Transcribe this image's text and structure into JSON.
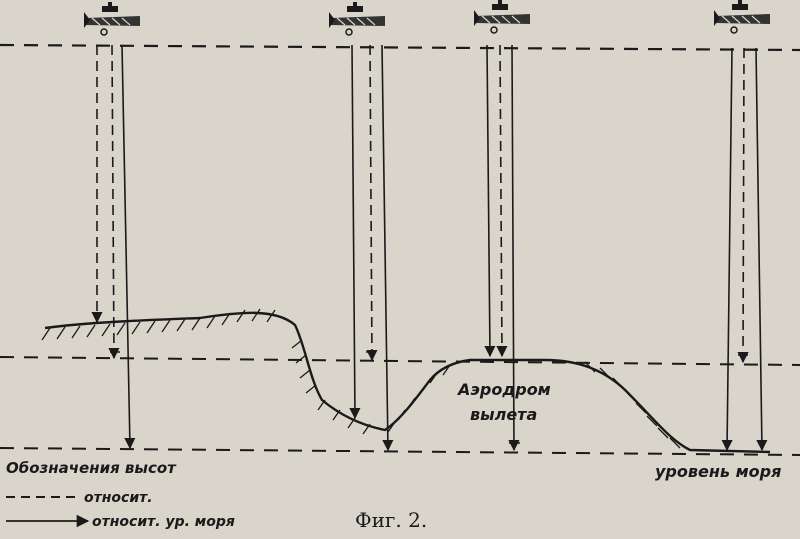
{
  "figure": {
    "caption": "Фиг. 2.",
    "aerodrome_label_line1": "Аэродром",
    "aerodrome_label_line2": "вылета",
    "sea_level_label": "уровень моря"
  },
  "legend": {
    "title": "Обозначения высот",
    "relative": "относит.",
    "relative_sea_level": "относит. ур. моря"
  },
  "colors": {
    "paper": "#d9d5cb",
    "ink": "#1a1a1a"
  },
  "icons": {
    "aircraft": "airplane-icon"
  }
}
